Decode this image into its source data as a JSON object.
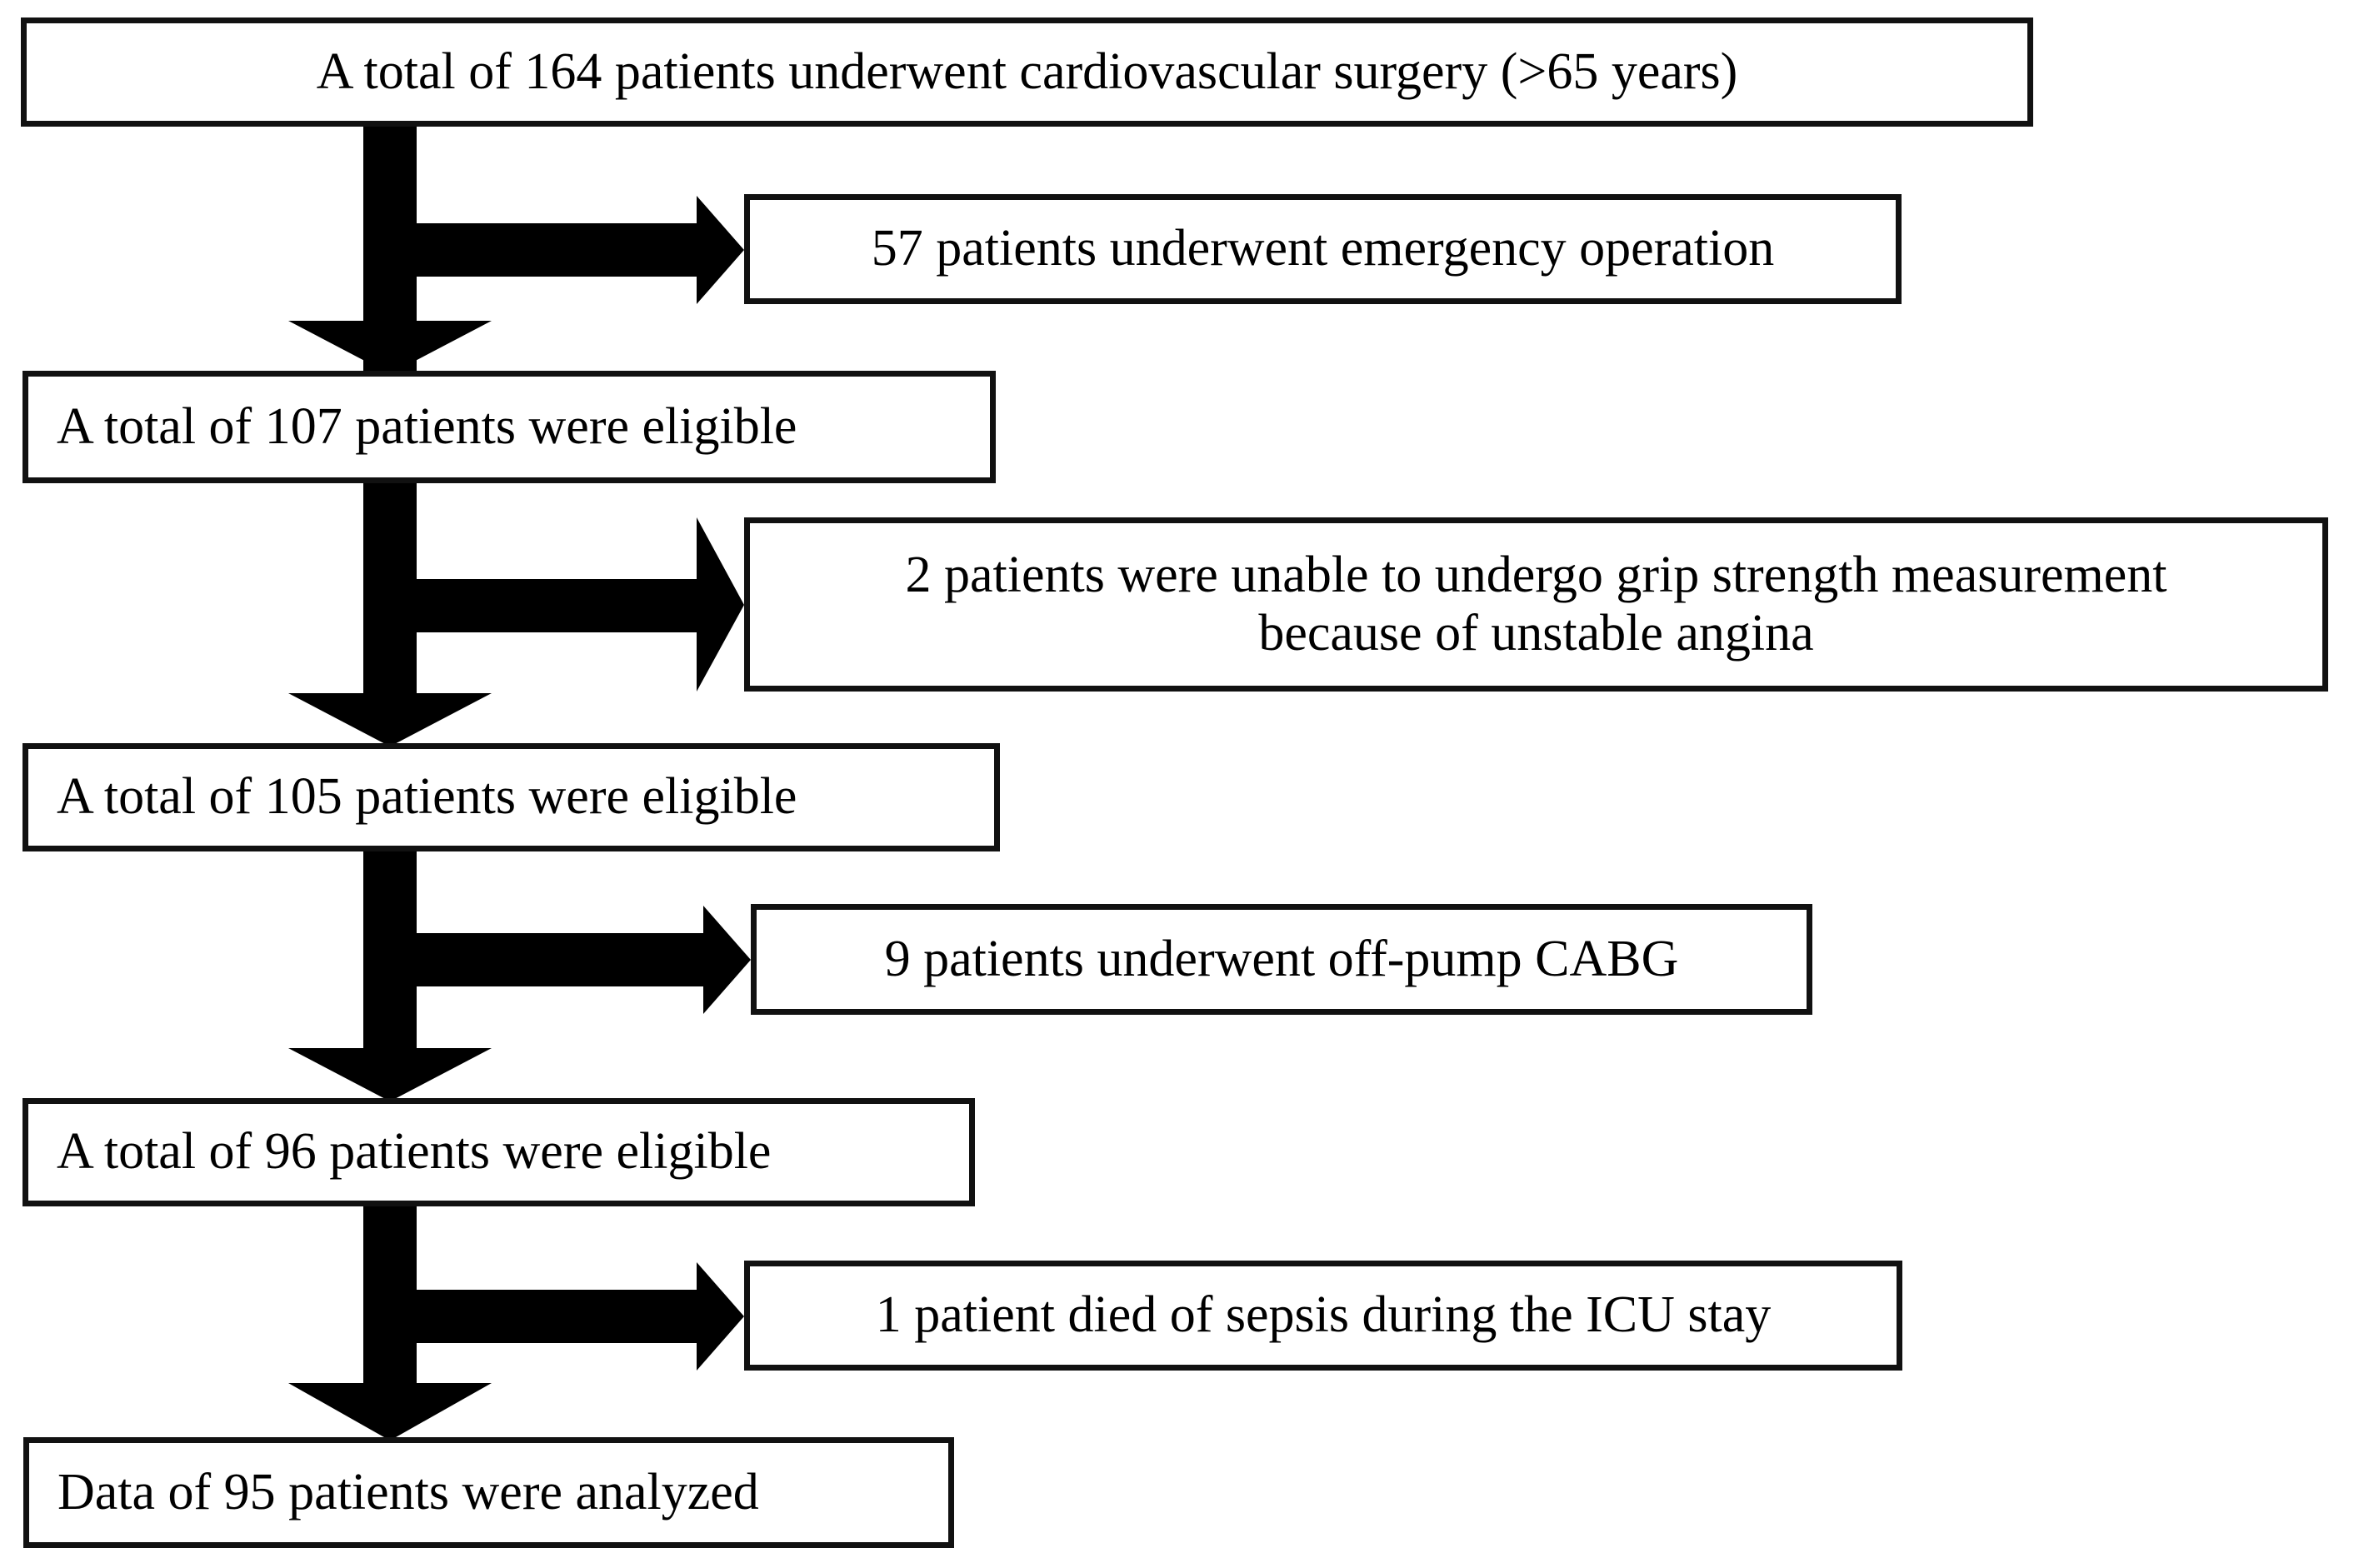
{
  "figure": {
    "type": "flowchart",
    "orientation": "top-to-bottom",
    "description": "Patient enrollment flow diagram for cardiovascular surgery study"
  },
  "nodes": {
    "enrolled": {
      "label": "A total of 164 patients underwent cardiovascular surgery (>65 years)",
      "count": 164
    },
    "eligible_107": {
      "label": "A total of 107 patients were eligible",
      "count": 107
    },
    "eligible_105": {
      "label": "A total of 105 patients were eligible",
      "count": 105
    },
    "eligible_96": {
      "label": "A total of 96 patients were eligible",
      "count": 96
    },
    "analyzed_95": {
      "label": "Data of 95 patients were analyzed",
      "count": 95
    }
  },
  "exclusions": {
    "emergency": {
      "label": "57 patients underwent emergency operation",
      "count": 57
    },
    "grip_strength_line1": {
      "label": "2 patients were unable to undergo grip strength measurement",
      "count": 2
    },
    "grip_strength_line2": {
      "label": "because of unstable angina"
    },
    "off_pump": {
      "label": "9 patients underwent off-pump CABG",
      "count": 9
    },
    "sepsis": {
      "label": "1 patient died of sepsis during the ICU stay",
      "count": 1
    }
  },
  "colors": {
    "box_border": "#111111",
    "box_fill": "#ffffff",
    "arrow_fill": "#000000",
    "text": "#000000"
  }
}
